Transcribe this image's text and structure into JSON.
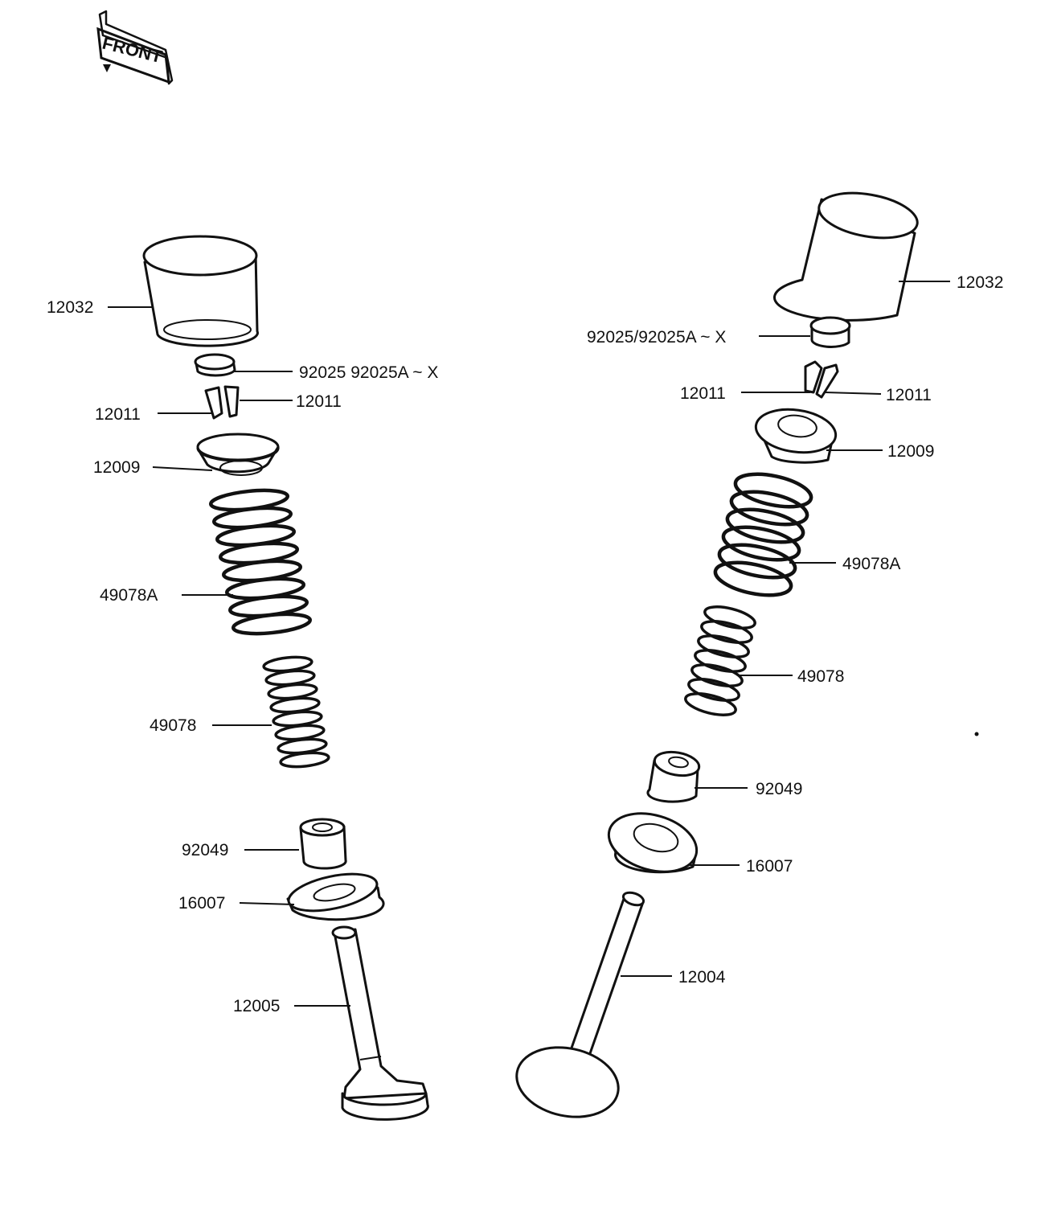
{
  "badge": {
    "text": "FRONT"
  },
  "left_stack": {
    "lifter": "12032",
    "shim": "92025 92025A ~ X",
    "keeper_left": "12011",
    "keeper_right": "12011",
    "retainer": "12009",
    "outer_spring": "49078A",
    "inner_spring": "49078",
    "seal": "92049",
    "seat": "16007",
    "valve": "12005"
  },
  "right_stack": {
    "lifter": "12032",
    "shim": "92025/92025A ~ X",
    "keeper_left": "12011",
    "keeper_right": "12011",
    "retainer": "12009",
    "outer_spring": "49078A",
    "inner_spring": "49078",
    "seal": "92049",
    "seat": "16007",
    "valve": "12004"
  }
}
